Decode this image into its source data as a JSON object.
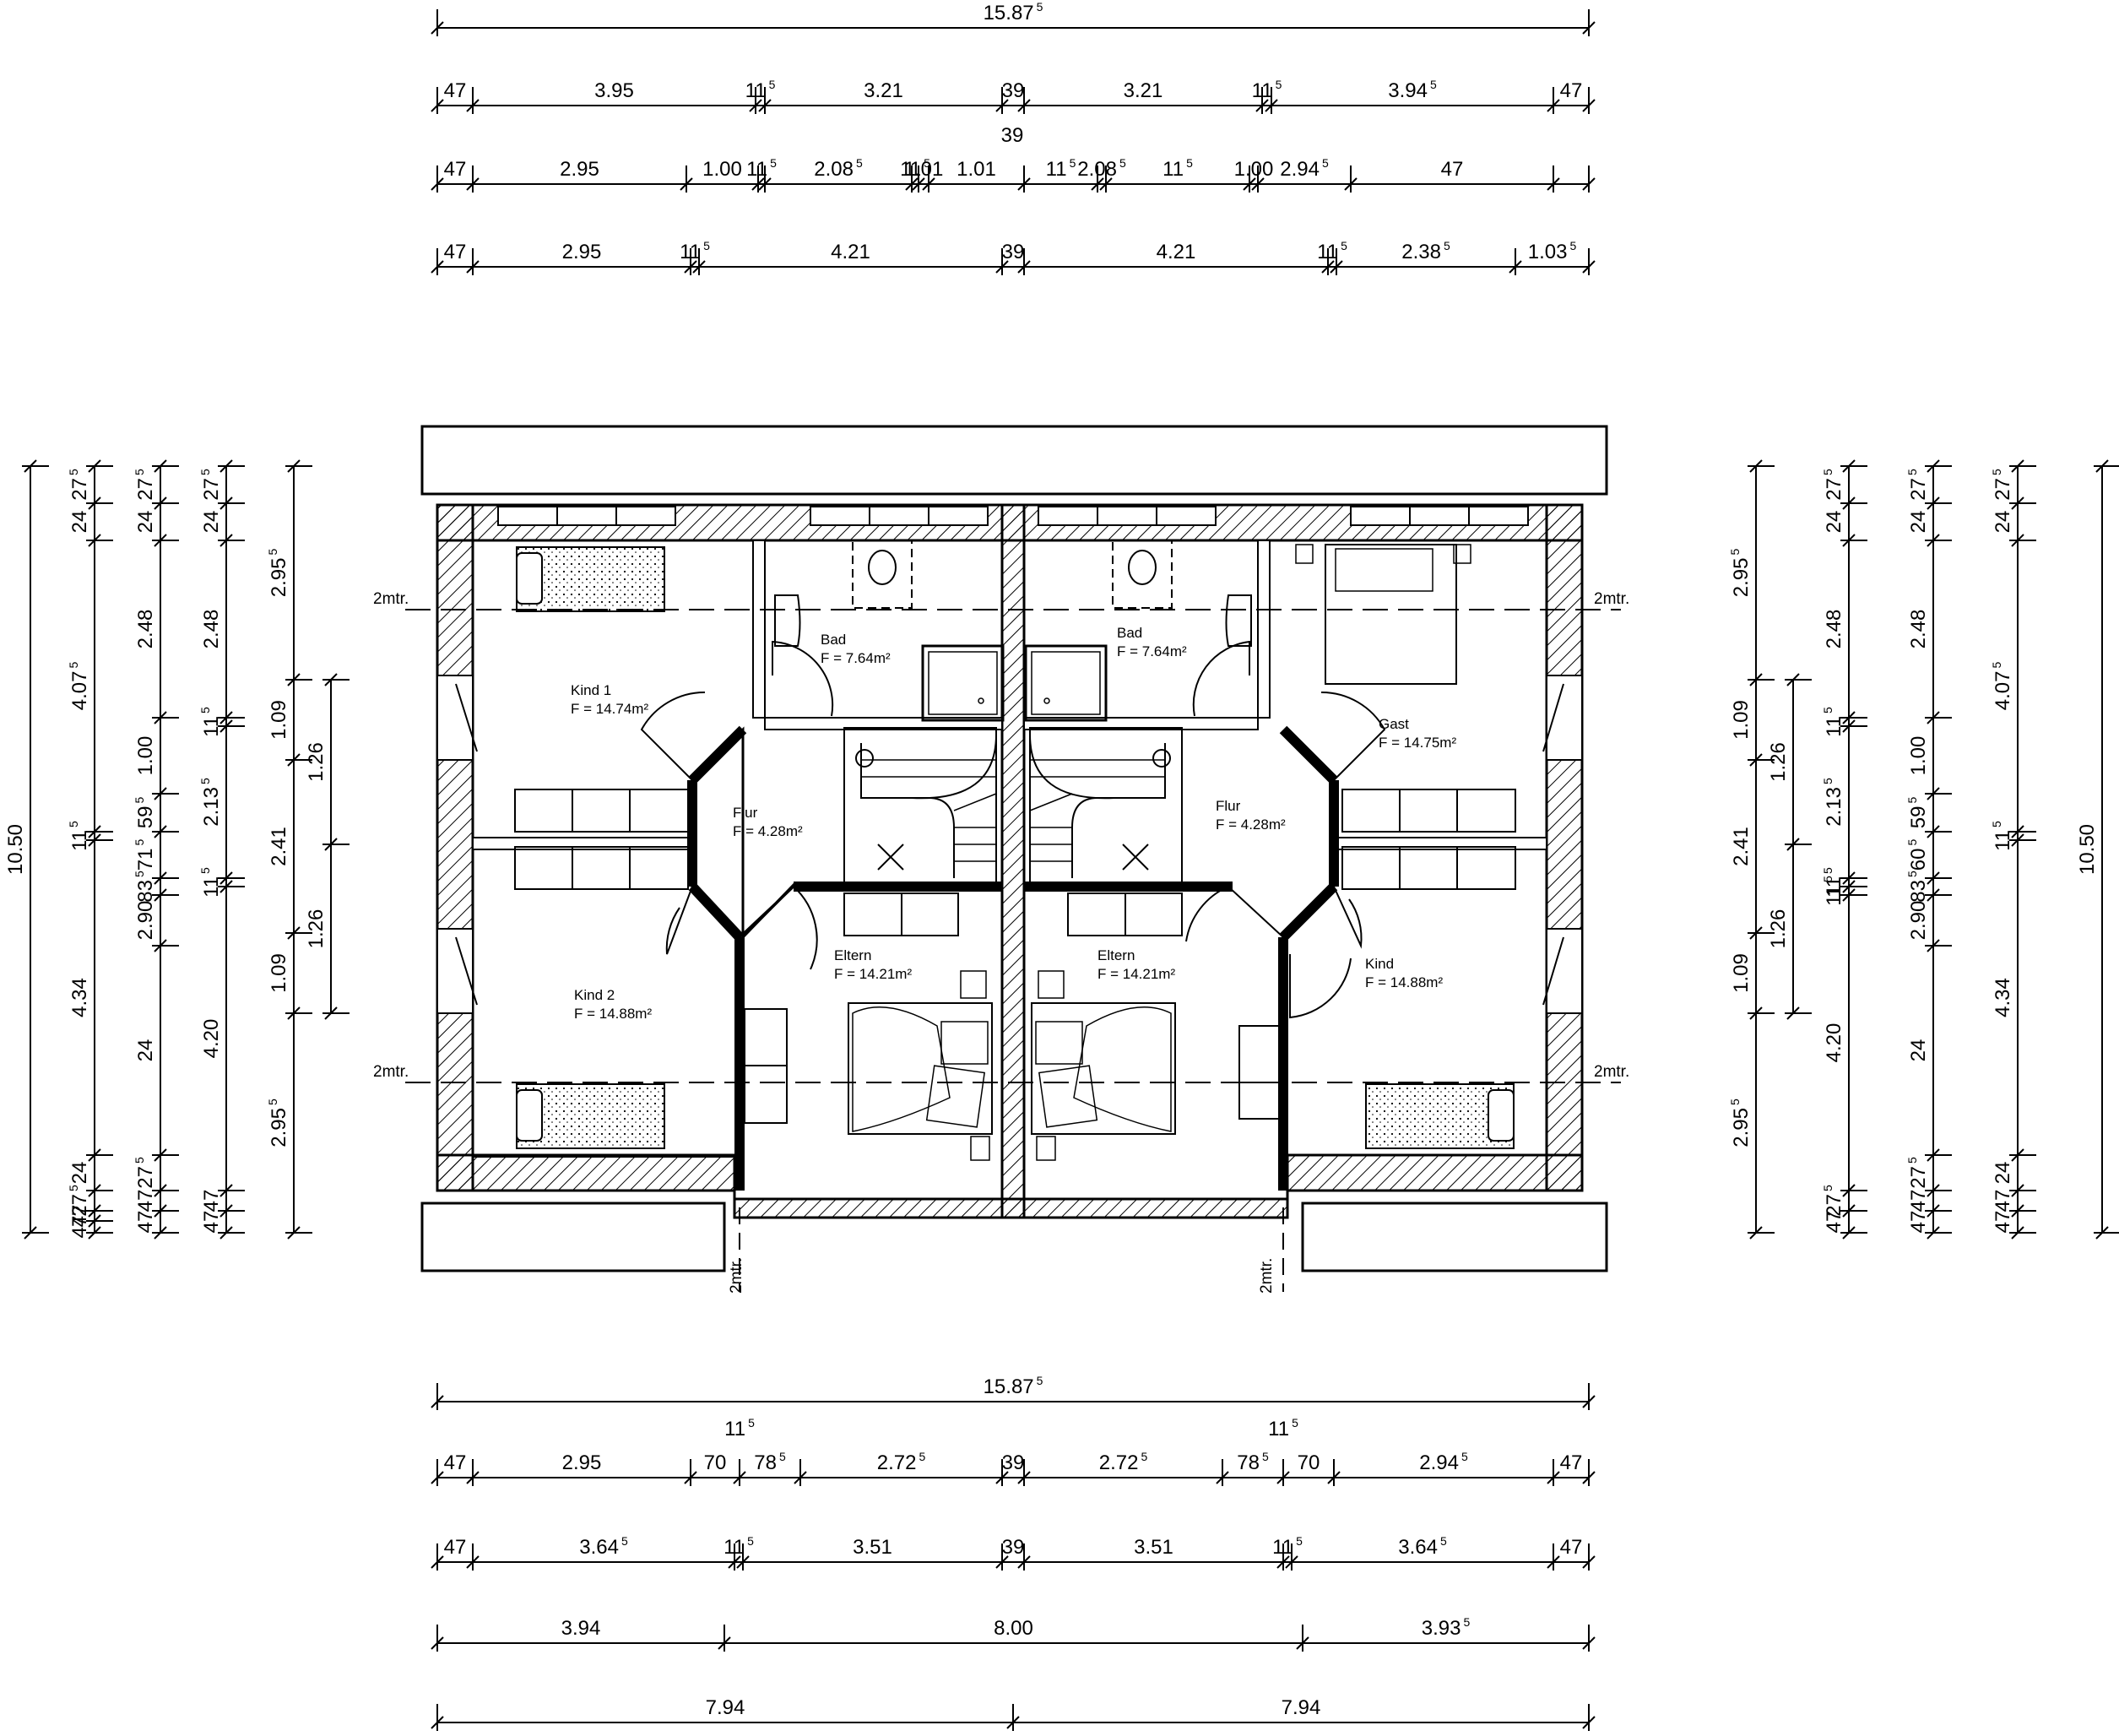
{
  "plan": {
    "dims_top": [
      {
        "row": 0,
        "segments": [
          {
            "text": "15.87",
            "sup": "5"
          }
        ]
      },
      {
        "row": 1,
        "segments": [
          {
            "text": "47"
          },
          {
            "text": "3.95"
          },
          {
            "text": "11",
            "sup": "5"
          },
          {
            "text": "3.21"
          },
          {
            "text": "39"
          },
          {
            "text": "3.21"
          },
          {
            "text": "11",
            "sup": "5"
          },
          {
            "text": "3.94",
            "sup": "5"
          },
          {
            "text": "47"
          }
        ],
        "extra": [
          {
            "text": "39"
          }
        ]
      },
      {
        "row": 2,
        "segments": [
          {
            "text": "47"
          },
          {
            "text": "2.95"
          },
          {
            "text": "1.00"
          },
          {
            "text": "11",
            "sup": "5"
          },
          {
            "text": "2.08",
            "sup": "5"
          },
          {
            "text": "11",
            "sup": "5"
          },
          {
            "text": "1.01"
          },
          {
            "text": "1.01"
          },
          {
            "text": "11",
            "sup": "5"
          },
          {
            "text": "2.08",
            "sup": "5"
          },
          {
            "text": "11",
            "sup": "5"
          },
          {
            "text": "1.00"
          },
          {
            "text": "2.94",
            "sup": "5"
          },
          {
            "text": "47"
          }
        ]
      },
      {
        "row": 3,
        "segments": [
          {
            "text": "47"
          },
          {
            "text": "2.95"
          },
          {
            "text": "11",
            "sup": "5"
          },
          {
            "text": "4.21"
          },
          {
            "text": "39"
          },
          {
            "text": "4.21"
          },
          {
            "text": "11",
            "sup": "5"
          },
          {
            "text": "2.38",
            "sup": "5"
          },
          {
            "text": "1.03",
            "sup": "5"
          }
        ]
      }
    ],
    "dims_bottom": [
      {
        "row": 0,
        "segments": [
          {
            "text": "15.87",
            "sup": "5"
          }
        ]
      },
      {
        "row": 1,
        "segments": [
          {
            "text": "47"
          },
          {
            "text": "2.95"
          },
          {
            "text": "70"
          },
          {
            "text": "78",
            "sup": "5"
          },
          {
            "text": "2.72",
            "sup": "5"
          },
          {
            "text": "39"
          },
          {
            "text": "2.72",
            "sup": "5"
          },
          {
            "text": "78",
            "sup": "5"
          },
          {
            "text": "70"
          },
          {
            "text": "2.94",
            "sup": "5"
          },
          {
            "text": "47"
          }
        ],
        "extra": [
          {
            "text": "11",
            "sup": "5"
          },
          {
            "text": "11",
            "sup": "5"
          }
        ]
      },
      {
        "row": 2,
        "segments": [
          {
            "text": "47"
          },
          {
            "text": "3.64",
            "sup": "5"
          },
          {
            "text": "11",
            "sup": "5"
          },
          {
            "text": "3.51"
          },
          {
            "text": "39"
          },
          {
            "text": "3.51"
          },
          {
            "text": "11",
            "sup": "5"
          },
          {
            "text": "3.64",
            "sup": "5"
          },
          {
            "text": "47"
          }
        ]
      },
      {
        "row": 3,
        "segments": [
          {
            "text": "3.94"
          },
          {
            "text": "8.00"
          },
          {
            "text": "3.93",
            "sup": "5"
          }
        ]
      },
      {
        "row": 4,
        "segments": [
          {
            "text": "7.94"
          },
          {
            "text": "7.94"
          }
        ]
      }
    ],
    "dims_left": [
      {
        "col": 0,
        "segments": [
          {
            "text": "10.50"
          }
        ]
      },
      {
        "col": 1,
        "segments": [
          {
            "text": "27",
            "sup": "5"
          },
          {
            "text": "24"
          },
          {
            "text": "4.07",
            "sup": "5"
          },
          {
            "text": "11",
            "sup": "5"
          },
          {
            "text": "4.34"
          },
          {
            "text": "24"
          },
          {
            "text": "27",
            "sup": "5"
          },
          {
            "text": "47"
          },
          {
            "text": "47"
          }
        ]
      },
      {
        "col": 2,
        "segments": [
          {
            "text": "27",
            "sup": "5"
          },
          {
            "text": "24"
          },
          {
            "text": "2.48"
          },
          {
            "text": "1.00"
          },
          {
            "text": "59",
            "sup": "5"
          },
          {
            "text": "71",
            "sup": "5"
          },
          {
            "text": "83",
            "sup": "5"
          },
          {
            "text": "2.90"
          },
          {
            "text": "24"
          },
          {
            "text": "27",
            "sup": "5"
          },
          {
            "text": "47"
          },
          {
            "text": "47"
          }
        ]
      },
      {
        "col": 3,
        "segments": [
          {
            "text": "27",
            "sup": "5"
          },
          {
            "text": "24"
          },
          {
            "text": "2.48"
          },
          {
            "text": "11",
            "sup": "5"
          },
          {
            "text": "2.13",
            "sup": "5"
          },
          {
            "text": "11",
            "sup": "5"
          },
          {
            "text": "4.20"
          },
          {
            "text": "47"
          },
          {
            "text": "47"
          }
        ]
      },
      {
        "col": 4,
        "segments": [
          {
            "text": "2.95",
            "sup": "5"
          },
          {
            "text": "1.09"
          },
          {
            "text": "2.41"
          },
          {
            "text": "1.09"
          },
          {
            "text": "2.95",
            "sup": "5"
          }
        ]
      },
      {
        "col": 5,
        "segments": [
          {
            "text": "1.26"
          },
          {
            "text": "1.26"
          }
        ]
      }
    ],
    "dims_right": [
      {
        "col": 0,
        "segments": [
          {
            "text": "2.95",
            "sup": "5"
          },
          {
            "text": "1.09"
          },
          {
            "text": "2.41"
          },
          {
            "text": "1.09"
          },
          {
            "text": "2.95",
            "sup": "5"
          }
        ]
      },
      {
        "col": 1,
        "segments": [
          {
            "text": "1.26"
          },
          {
            "text": "1.26"
          }
        ]
      },
      {
        "col": 2,
        "segments": [
          {
            "text": "27",
            "sup": "5"
          },
          {
            "text": "24"
          },
          {
            "text": "2.48"
          },
          {
            "text": "11",
            "sup": "5"
          },
          {
            "text": "2.13",
            "sup": "5"
          },
          {
            "text": "11",
            "sup": "5"
          },
          {
            "text": "11",
            "sup": "5"
          },
          {
            "text": "4.20"
          },
          {
            "text": "27",
            "sup": "5"
          },
          {
            "text": "47"
          }
        ]
      },
      {
        "col": 3,
        "segments": [
          {
            "text": "27",
            "sup": "5"
          },
          {
            "text": "24"
          },
          {
            "text": "2.48"
          },
          {
            "text": "1.00"
          },
          {
            "text": "59",
            "sup": "5"
          },
          {
            "text": "60",
            "sup": "5"
          },
          {
            "text": "83",
            "sup": "5"
          },
          {
            "text": "2.90"
          },
          {
            "text": "24"
          },
          {
            "text": "27",
            "sup": "5"
          },
          {
            "text": "47"
          },
          {
            "text": "47"
          }
        ]
      },
      {
        "col": 4,
        "segments": [
          {
            "text": "27",
            "sup": "5"
          },
          {
            "text": "24"
          },
          {
            "text": "4.07",
            "sup": "5"
          },
          {
            "text": "11",
            "sup": "5"
          },
          {
            "text": "4.34"
          },
          {
            "text": "24"
          },
          {
            "text": "47"
          },
          {
            "text": "47"
          }
        ]
      },
      {
        "col": 5,
        "segments": [
          {
            "text": "10.50"
          }
        ]
      }
    ],
    "rooms": [
      {
        "name": "Kind 1",
        "area": "F = 14.74m²"
      },
      {
        "name": "Bad",
        "area": "F = 7.64m²"
      },
      {
        "name": "Bad",
        "area": "F = 7.64m²"
      },
      {
        "name": "Gast",
        "area": "F = 14.75m²"
      },
      {
        "name": "Flur",
        "area": "F = 4.28m²"
      },
      {
        "name": "Flur",
        "area": "F = 4.28m²"
      },
      {
        "name": "Kind 2",
        "area": "F = 14.88m²"
      },
      {
        "name": "Eltern",
        "area": "F = 14.21m²"
      },
      {
        "name": "Eltern",
        "area": "F = 14.21m²"
      },
      {
        "name": "Kind",
        "area": "F = 14.88m²"
      }
    ],
    "height_marks": [
      "2mtr.",
      "2mtr.",
      "2mtr.",
      "2mtr.",
      "2mtr.",
      "2mtr."
    ]
  }
}
